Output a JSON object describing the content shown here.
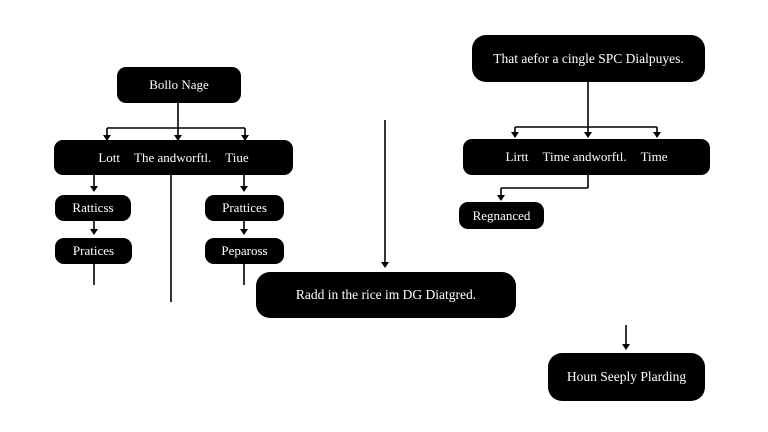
{
  "colors": {
    "node_fill": "#000000",
    "node_text": "#ffffff",
    "line": "#000000",
    "background": "#ffffff"
  },
  "diagram": {
    "left": {
      "root": "Bollo Nage",
      "row": {
        "a": "Lott",
        "b": "The andworftl.",
        "c": "Tiue"
      },
      "left_col": [
        "Ratticss",
        "Pratices"
      ],
      "right_col": [
        "Prattices",
        "Pepaross"
      ]
    },
    "center": "Radd in the rice im DG Diatgred.",
    "right": {
      "root": "That aefor a cingle SPC Dialpuyes.",
      "row": {
        "a": "Lirtt",
        "b": "Time andworftl.",
        "c": "Time"
      },
      "child": "Regnanced"
    },
    "bottom_right": "Houn Seeply Plarding"
  }
}
